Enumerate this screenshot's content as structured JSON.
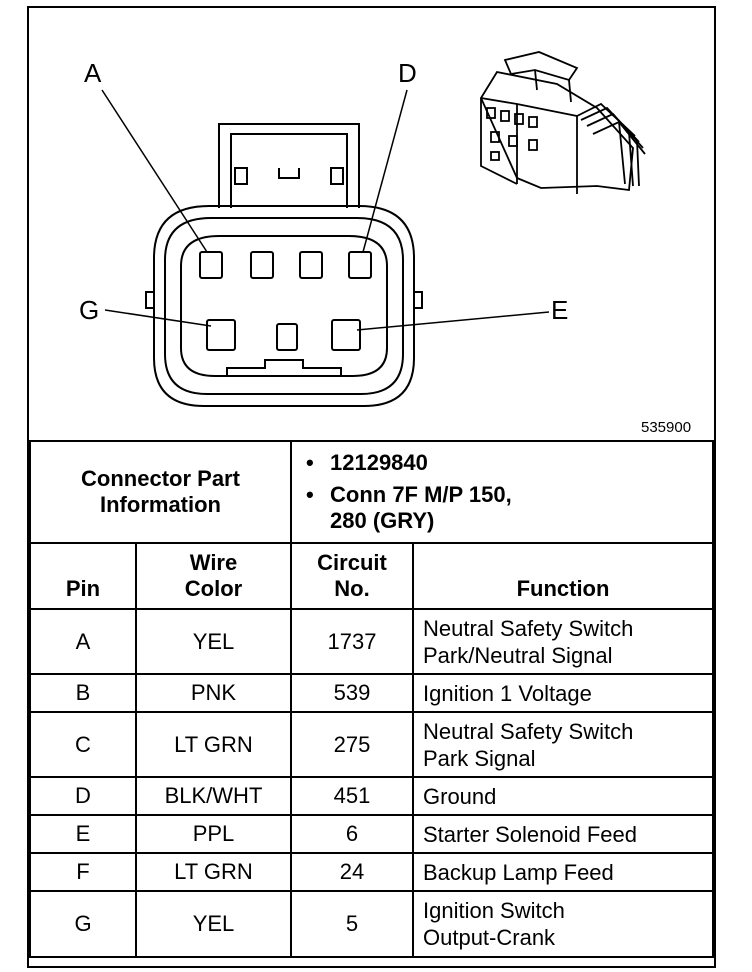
{
  "diagram": {
    "pin_callouts": [
      "A",
      "D",
      "G",
      "E"
    ],
    "figure_number": "535900"
  },
  "part_info": {
    "label_line1": "Connector Part",
    "label_line2": "Information",
    "part_number": "12129840",
    "conn_line1": "Conn 7F M/P 150,",
    "conn_line2": "280 (GRY)"
  },
  "columns": {
    "pin": "Pin",
    "wire_line1": "Wire",
    "wire_line2": "Color",
    "circuit_line1": "Circuit",
    "circuit_line2": "No.",
    "function": "Function"
  },
  "rows": [
    {
      "pin": "A",
      "wire": "YEL",
      "circuit": "1737",
      "func1": "Neutral Safety Switch",
      "func2": "Park/Neutral Signal"
    },
    {
      "pin": "B",
      "wire": "PNK",
      "circuit": "539",
      "func1": "Ignition 1 Voltage",
      "func2": ""
    },
    {
      "pin": "C",
      "wire": "LT GRN",
      "circuit": "275",
      "func1": "Neutral Safety Switch",
      "func2": "Park Signal"
    },
    {
      "pin": "D",
      "wire": "BLK/WHT",
      "circuit": "451",
      "func1": "Ground",
      "func2": ""
    },
    {
      "pin": "E",
      "wire": "PPL",
      "circuit": "6",
      "func1": "Starter Solenoid Feed",
      "func2": ""
    },
    {
      "pin": "F",
      "wire": "LT GRN",
      "circuit": "24",
      "func1": "Backup Lamp Feed",
      "func2": ""
    },
    {
      "pin": "G",
      "wire": "YEL",
      "circuit": "5",
      "func1": "Ignition Switch",
      "func2": "Output-Crank"
    }
  ]
}
